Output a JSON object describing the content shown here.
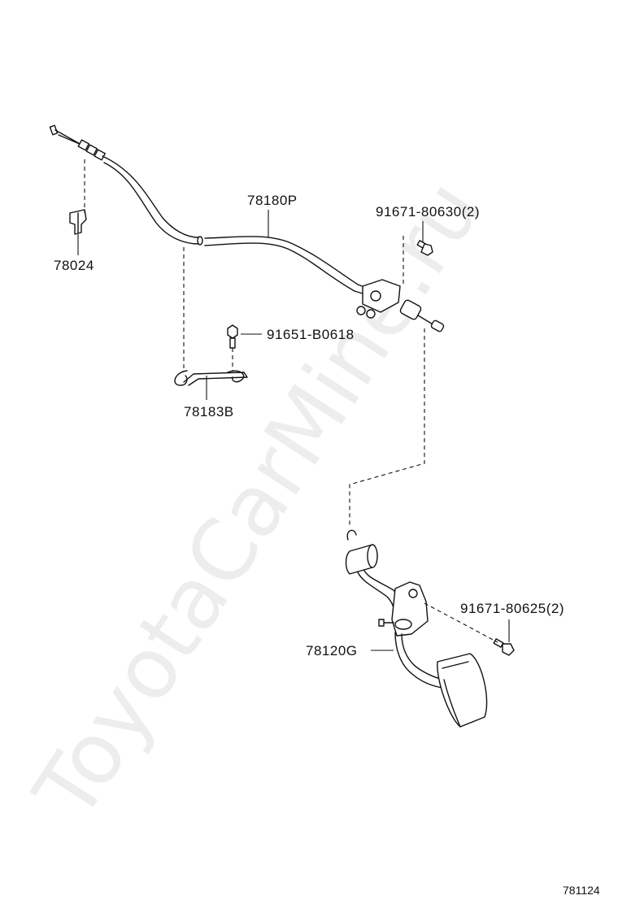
{
  "watermark": "ToyotaCarMine.ru",
  "figure_number": "781124",
  "parts": {
    "bracket": "78024",
    "cable": "78180P",
    "bolt_top": "91671-80630(2)",
    "clip_bolt": "91651-B0618",
    "cable_clamp": "78183B",
    "bolt_bottom": "91671-80625(2)",
    "pedal": "78120G"
  }
}
